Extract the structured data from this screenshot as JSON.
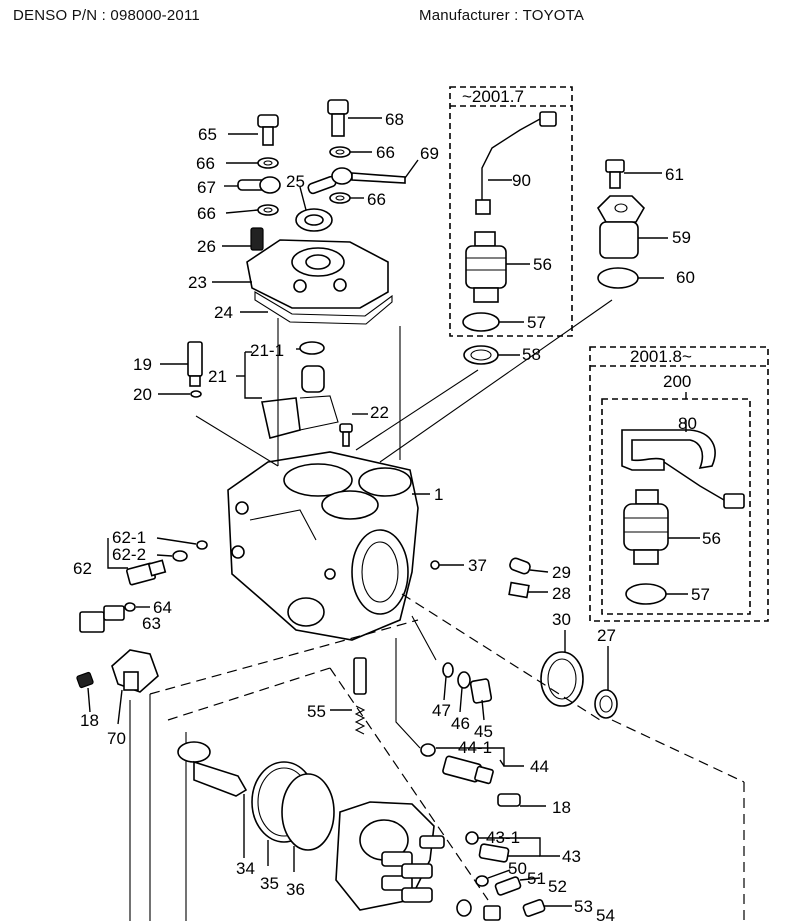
{
  "header": {
    "part_number": "DENSO P/N : 098000-2011",
    "manufacturer": "Manufacturer : TOYOTA"
  },
  "boxes": {
    "early_range": "~2001.7",
    "late_range": "2001.8~",
    "late_group": "200"
  },
  "callouts": {
    "c65": "65",
    "c68": "68",
    "c66a": "66",
    "c66b": "66",
    "c69": "69",
    "c67": "67",
    "c25": "25",
    "c66c": "66",
    "c66d": "66",
    "c26": "26",
    "c23": "23",
    "c24": "24",
    "c90": "90",
    "c56a": "56",
    "c57a": "57",
    "c58": "58",
    "c61": "61",
    "c59": "59",
    "c60": "60",
    "c21_1": "21-1",
    "c19": "19",
    "c21": "21",
    "c20": "20",
    "c22": "22",
    "c1": "1",
    "c80": "80",
    "c56b": "56",
    "c57b": "57",
    "c62_1": "62-1",
    "c62_2": "62-2",
    "c62": "62",
    "c37": "37",
    "c29": "29",
    "c28": "28",
    "c64": "64",
    "c63": "63",
    "c30": "30",
    "c27": "27",
    "c18a": "18",
    "c70": "70",
    "c47": "47",
    "c46": "46",
    "c45": "45",
    "c55": "55",
    "c44_1": "44-1",
    "c44": "44",
    "c18b": "18",
    "c43_1": "43-1",
    "c43": "43",
    "c50": "50",
    "c51": "51",
    "c52": "52",
    "c34": "34",
    "c35": "35",
    "c36": "36",
    "c53": "53",
    "c54": "54"
  }
}
